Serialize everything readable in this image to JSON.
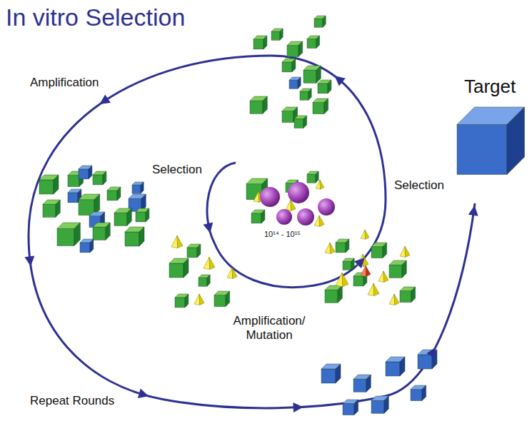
{
  "diagram": {
    "title": "In vitro Selection",
    "labels": [
      "Amplification",
      "Target",
      "Selection",
      "Selection",
      "10¹⁴ - 10¹⁵",
      "Amplification/ Mutation",
      "Repeat Rounds"
    ]
  }
}
